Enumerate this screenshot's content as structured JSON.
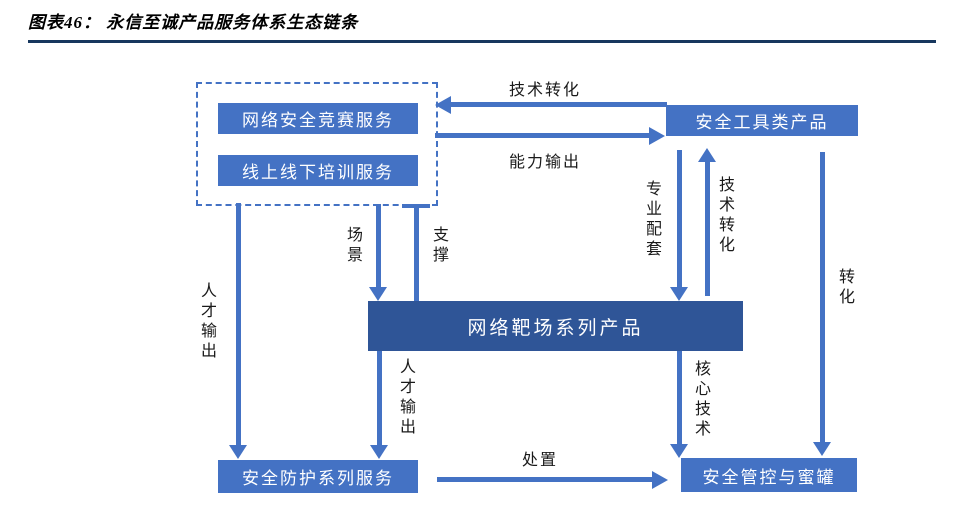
{
  "title": {
    "text": "图表46： 永信至诚产品服务体系生态链条"
  },
  "colors": {
    "box_blue": "#4472C4",
    "box_dark": "#2F5597",
    "arrow_blue": "#4472C4",
    "rule_navy": "#17375E",
    "label_ink": "#1a1a1a"
  },
  "nodes": {
    "competition": "网络安全竞赛服务",
    "training": "线上线下培训服务",
    "tools": "安全工具类产品",
    "range": "网络靶场系列产品",
    "protection": "安全防护系列服务",
    "control": "安全管控与蜜罐"
  },
  "edges": {
    "tech_transform_top": "技术转化",
    "capability_output": "能力输出",
    "scene": "场景",
    "support": "支撑",
    "professional_support": "专业配套",
    "tech_transform_up": "技术转化",
    "transform_right": "转化",
    "talent_output_left": "人才输出",
    "talent_output_mid": "人才输出",
    "core_tech": "核心技术",
    "disposal": "处置"
  }
}
